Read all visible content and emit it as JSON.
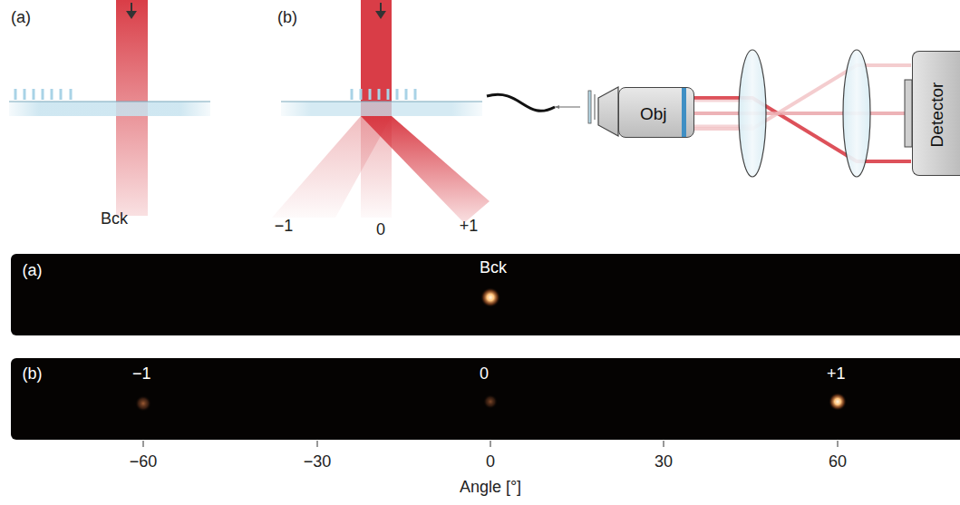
{
  "diagram": {
    "nodes": [
      {
        "text": [
          "Obj"
        ]
      },
      {
        "text": [
          "Detector"
        ]
      },
      {
        "text": [
          "(a)",
          "Bck"
        ]
      },
      {
        "text": [
          "(b)",
          "−1",
          "0",
          "+1"
        ]
      }
    ],
    "labels": [
      "(a)",
      "(b)",
      "Bck",
      "−1",
      "0",
      "+1",
      "−60",
      "−30",
      "0",
      "30",
      "60",
      "Angle [°]"
    ]
  }
}
